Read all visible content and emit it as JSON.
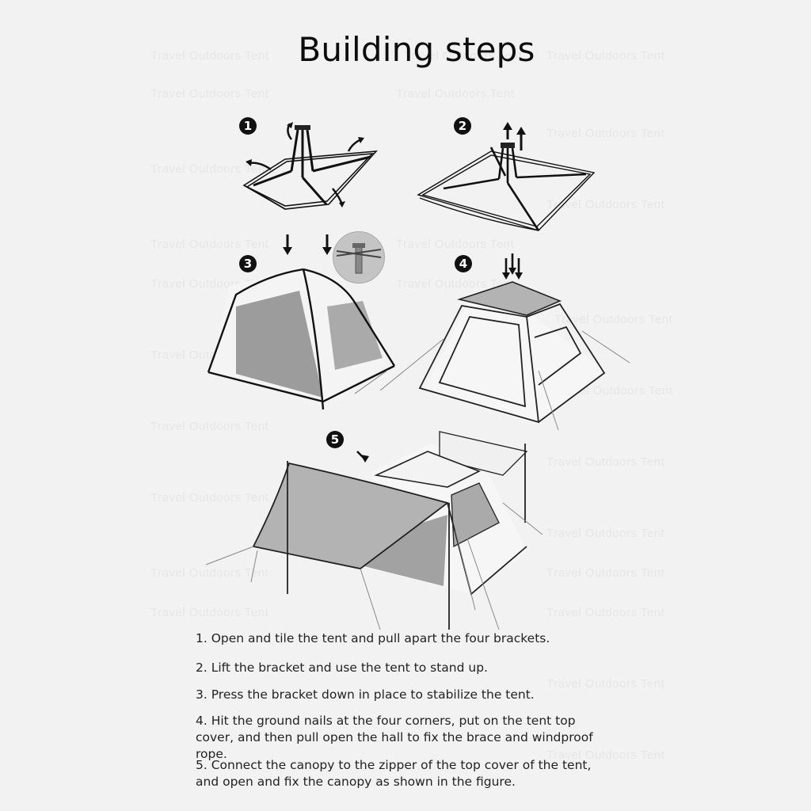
{
  "title": "Building steps",
  "background_color": "#f2f2f2",
  "watermark_text": "Travel Outdoors Tent",
  "figures": [
    {
      "badge": "1",
      "caption_icon": "tent-unfolded-icon"
    },
    {
      "badge": "2",
      "caption_icon": "tent-lift-icon"
    },
    {
      "badge": "3",
      "caption_icon": "tent-press-icon",
      "inset_icon": "hub-detail-icon"
    },
    {
      "badge": "4",
      "caption_icon": "tent-cover-icon"
    },
    {
      "badge": "5",
      "caption_icon": "tent-canopy-icon"
    }
  ],
  "steps": [
    {
      "text": "1. Open and tile the tent and pull apart the four brackets."
    },
    {
      "text": "2. Lift the bracket and use the tent to stand up."
    },
    {
      "text": "3. Press the bracket down in place to stabilize the tent."
    },
    {
      "text": "4. Hit the ground nails at the four corners, put on the tent top cover, and then pull open the hall to fix the brace and windproof rope."
    },
    {
      "text": "5. Connect the canopy to the zipper of the top cover of the tent, and open and fix the canopy as shown in the figure."
    }
  ]
}
